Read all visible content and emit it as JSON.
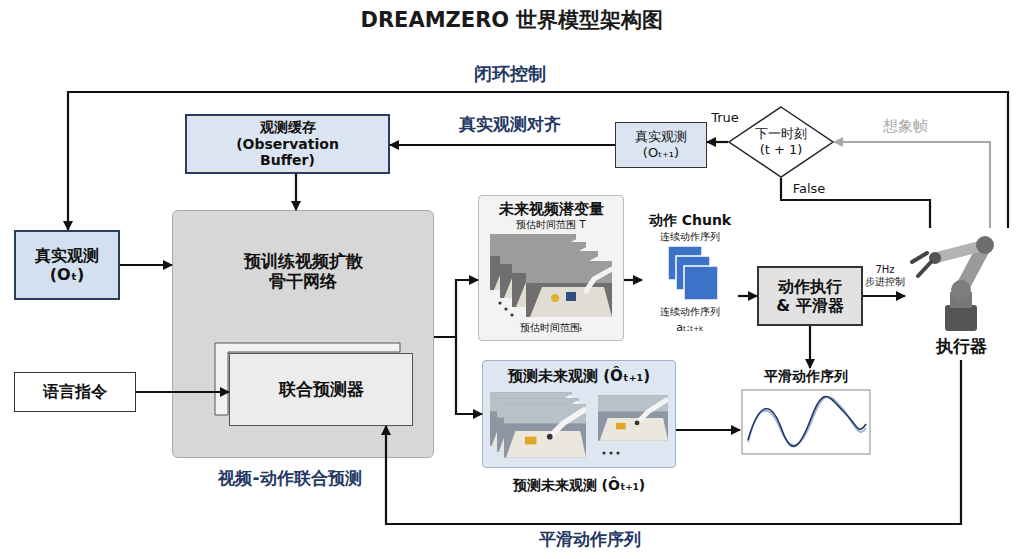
{
  "diagram": {
    "title": "DREAMZERO 世界模型架构图",
    "nodes": [
      {
        "text": [
          "观测缓存 (Observation Buffer)"
        ]
      },
      {
        "text": [
          "真实观测 (Oₜ₊₁)"
        ]
      },
      {
        "text": [
          "下一时刻 (t + 1)"
        ]
      },
      {
        "text": [
          "真实观测 (Oₜ)"
        ]
      },
      {
        "text": [
          "预训练视频扩散 骨干网络"
        ]
      },
      {
        "text": [
          "联合预测器"
        ],
        "in": 4
      },
      {
        "text": [
          "语言指令"
        ]
      },
      {
        "text": [
          "未来视频潜变量",
          "预估时间范围 T",
          "预估时间范围ₜ"
        ]
      },
      {
        "text": [
          "预测未来观测 (Ôₜ₊₁)",
          "预测未来观测 (Ôₜ₊₁)"
        ]
      },
      {
        "text": [
          "动作 Chunk",
          "连续动作序列",
          "连续动作序列",
          "aₜ:ₜ₊ₖ"
        ]
      },
      {
        "text": [
          "动作执行 & 平滑器"
        ]
      },
      {
        "text": [
          "执行器"
        ]
      },
      {
        "text": [
          "平滑动作序列"
        ]
      }
    ],
    "edges": [
      {
        "from": 0,
        "to": 4,
        "arrow": "to"
      },
      {
        "from": 1,
        "to": 0,
        "label": "真实观测对齐",
        "arrow": "to"
      },
      {
        "from": 2,
        "to": 1,
        "label": "True",
        "arrow": "to"
      },
      {
        "from": 2,
        "to": 11,
        "label": "False",
        "arrow": "none"
      },
      {
        "from": 11,
        "to": 2,
        "label": "想象帧",
        "arrow": "to"
      },
      {
        "from": 11,
        "to": 3,
        "label": "闭环控制",
        "arrow": "to"
      },
      {
        "from": 3,
        "to": 4,
        "arrow": "to"
      },
      {
        "from": 6,
        "to": 5,
        "arrow": "to"
      },
      {
        "from": 4,
        "to": 7,
        "arrow": "to"
      },
      {
        "from": 4,
        "to": 8,
        "arrow": "to"
      },
      {
        "from": 7,
        "to": 9,
        "arrow": "to"
      },
      {
        "from": 9,
        "to": 10,
        "arrow": "to"
      },
      {
        "from": 10,
        "to": 11,
        "label": "7Hz 步进控制",
        "arrow": "to"
      },
      {
        "from": 10,
        "to": 12,
        "arrow": "to"
      },
      {
        "from": 8,
        "to": 12,
        "arrow": "to"
      },
      {
        "from": 11,
        "to": 5,
        "label": "平滑动作序列",
        "arrow": "to"
      }
    ],
    "labels": [
      "视频-动作联合预测"
    ]
  }
}
